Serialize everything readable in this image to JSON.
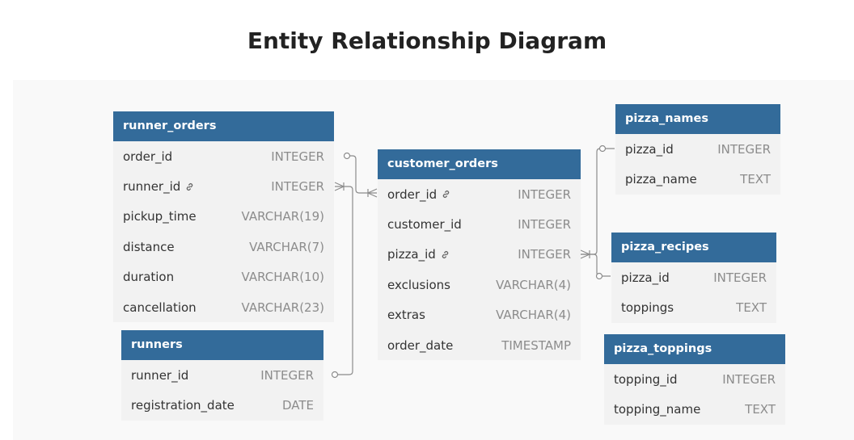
{
  "title": "Entity Relationship Diagram",
  "icons": {
    "key": "link-icon"
  },
  "colors": {
    "header": "#336b9a",
    "body": "#f2f2f2",
    "connector": "#8c8c8c"
  },
  "entities": {
    "runner_orders": {
      "name": "runner_orders",
      "fields": [
        {
          "name": "order_id",
          "type": "INTEGER",
          "fk": false
        },
        {
          "name": "runner_id",
          "type": "INTEGER",
          "fk": true
        },
        {
          "name": "pickup_time",
          "type": "VARCHAR(19)",
          "fk": false
        },
        {
          "name": "distance",
          "type": "VARCHAR(7)",
          "fk": false
        },
        {
          "name": "duration",
          "type": "VARCHAR(10)",
          "fk": false
        },
        {
          "name": "cancellation",
          "type": "VARCHAR(23)",
          "fk": false
        }
      ]
    },
    "runners": {
      "name": "runners",
      "fields": [
        {
          "name": "runner_id",
          "type": "INTEGER",
          "fk": false
        },
        {
          "name": "registration_date",
          "type": "DATE",
          "fk": false
        }
      ]
    },
    "customer_orders": {
      "name": "customer_orders",
      "fields": [
        {
          "name": "order_id",
          "type": "INTEGER",
          "fk": true
        },
        {
          "name": "customer_id",
          "type": "INTEGER",
          "fk": false
        },
        {
          "name": "pizza_id",
          "type": "INTEGER",
          "fk": true
        },
        {
          "name": "exclusions",
          "type": "VARCHAR(4)",
          "fk": false
        },
        {
          "name": "extras",
          "type": "VARCHAR(4)",
          "fk": false
        },
        {
          "name": "order_date",
          "type": "TIMESTAMP",
          "fk": false
        }
      ]
    },
    "pizza_names": {
      "name": "pizza_names",
      "fields": [
        {
          "name": "pizza_id",
          "type": "INTEGER",
          "fk": false
        },
        {
          "name": "pizza_name",
          "type": "TEXT",
          "fk": false
        }
      ]
    },
    "pizza_recipes": {
      "name": "pizza_recipes",
      "fields": [
        {
          "name": "pizza_id",
          "type": "INTEGER",
          "fk": false
        },
        {
          "name": "toppings",
          "type": "TEXT",
          "fk": false
        }
      ]
    },
    "pizza_toppings": {
      "name": "pizza_toppings",
      "fields": [
        {
          "name": "topping_id",
          "type": "INTEGER",
          "fk": false
        },
        {
          "name": "topping_name",
          "type": "TEXT",
          "fk": false
        }
      ]
    }
  }
}
